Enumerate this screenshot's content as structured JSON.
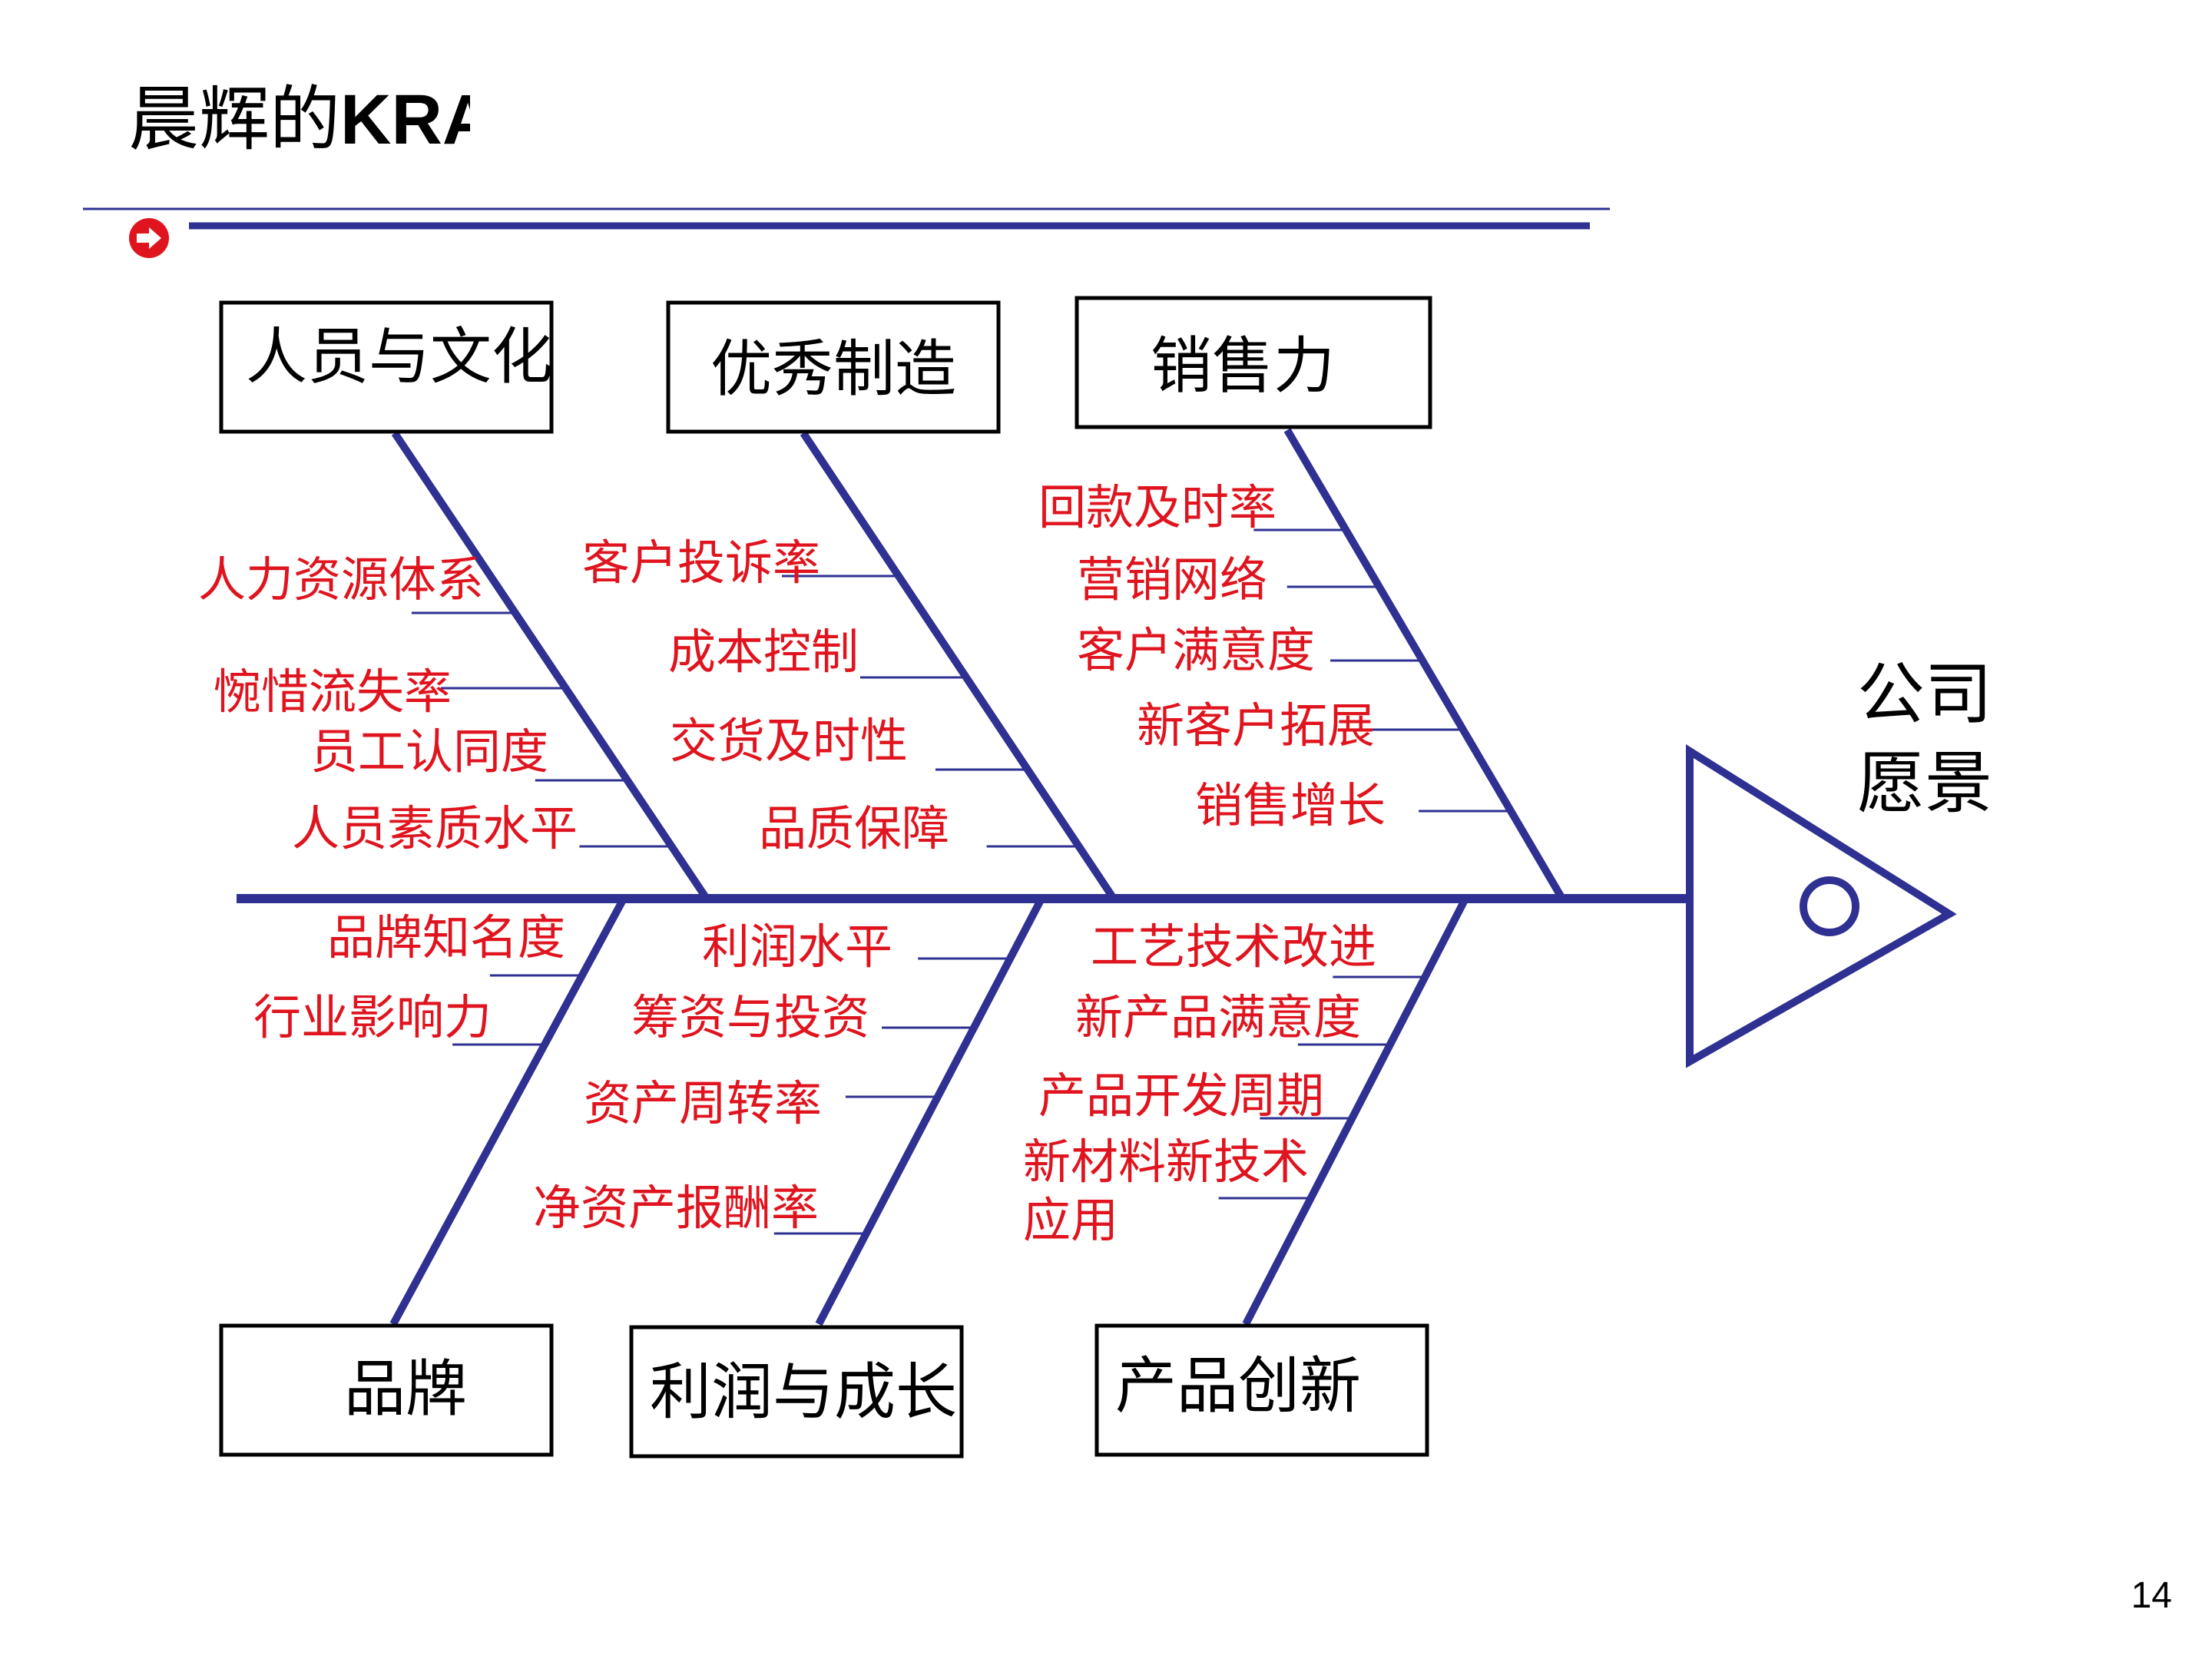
{
  "title": {
    "cjk": "晨辉的",
    "latin": "KRA"
  },
  "page_number": "14",
  "colors": {
    "spine": "#2e3192",
    "rule": "#2e3192",
    "item_text": "#e0141e",
    "box_border": "#000000",
    "bullet": "#e0141e"
  },
  "diagram": {
    "head_label": [
      "公司",
      "愿景"
    ],
    "branches": [
      {
        "category": "人员与文化",
        "position": "top",
        "items": [
          "人力资源体系",
          "惋惜流失率",
          "员工认同度",
          "人员素质水平"
        ]
      },
      {
        "category": "优秀制造",
        "position": "top",
        "items": [
          "客户投诉率",
          "成本控制",
          "交货及时性",
          "品质保障"
        ]
      },
      {
        "category": "销售力",
        "position": "top",
        "items": [
          "回款及时率",
          "营销网络",
          "客户满意度",
          "新客户拓展",
          "销售增长"
        ]
      },
      {
        "category": "品牌",
        "position": "bottom",
        "items": [
          "品牌知名度",
          "行业影响力"
        ]
      },
      {
        "category": "利润与成长",
        "position": "bottom",
        "items": [
          "利润水平",
          "筹资与投资",
          "资产周转率",
          "净资产报酬率"
        ]
      },
      {
        "category": "产品创新",
        "position": "bottom",
        "items": [
          "工艺技术改进",
          "新产品满意度",
          "产品开发周期",
          [
            "新材料新技术",
            "应用"
          ]
        ]
      }
    ]
  }
}
